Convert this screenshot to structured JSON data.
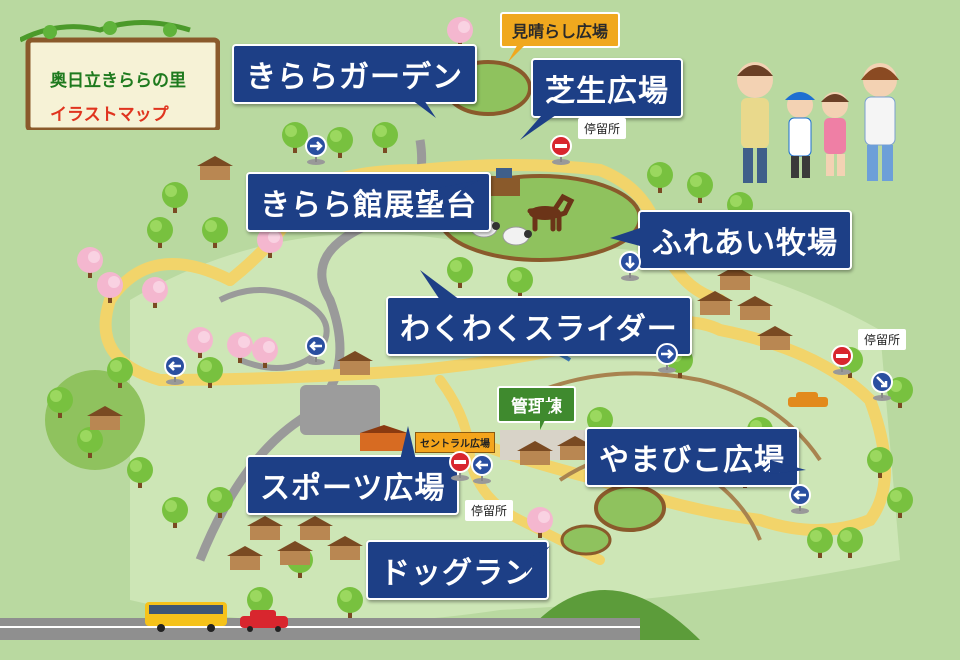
{
  "logo": {
    "title": "奥日立きららの里",
    "subtitle": "イラストマップ"
  },
  "callouts": {
    "kirara_garden": "きららガーデン",
    "shibafu": "芝生広場",
    "miharashi": "見晴らし広場",
    "tenbodai": "きらら館展望台",
    "fureai": "ふれあい牧場",
    "slider": "わくわくスライダー",
    "kanri": "管理棟",
    "sports": "スポーツ広場",
    "yamabiko": "やまびこ広場",
    "dogrun": "ドッグラン",
    "central": "セントラル広場"
  },
  "bus_stops": {
    "stop_top": "停留所",
    "stop_right": "停留所",
    "stop_center": "停留所"
  },
  "colors": {
    "callout_bg": "#1d3f86",
    "road_yellow": "#f2d46a",
    "grass": "#b9d9a0",
    "stop_red": "#d8262e",
    "arrow_blue": "#2a4fa0"
  },
  "icons": [
    "right-arrow-sign-icon",
    "left-arrow-sign-icon",
    "down-arrow-sign-icon",
    "no-entry-sign-icon",
    "tree-icon",
    "cherry-tree-icon",
    "cabin-icon",
    "horse-icon",
    "sheep-icon",
    "bus-icon",
    "car-icon",
    "family-illustration-icon"
  ]
}
